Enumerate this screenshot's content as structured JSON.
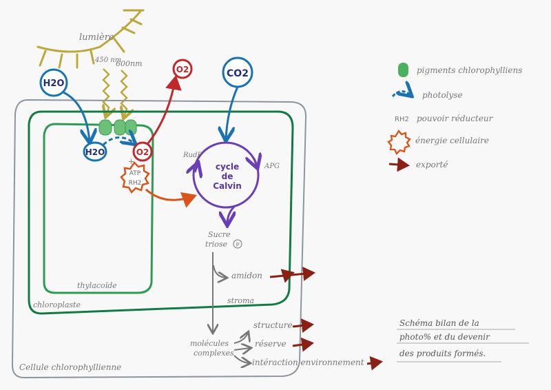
{
  "title_note": {
    "lines": [
      "Schéma bilan de la",
      "photo% et du devenir",
      "des produits formés."
    ]
  },
  "labels": {
    "light": "lumière",
    "wavelength_1": "450 nm",
    "wavelength_2": "600nm",
    "h2o_outer": "H2O",
    "h2o_inner": "H2O",
    "o2_inner": "O2",
    "o2_outer": "O2",
    "co2": "CO2",
    "plus": "+",
    "atp": "ATP",
    "rh2": "RH2",
    "rudp": "RudP",
    "apg": "APG",
    "cycle_line1": "cycle",
    "cycle_line2": "de",
    "cycle_line3": "Calvin",
    "sucre_line1": "Sucre",
    "sucre_line2": "triose",
    "phosphate": "P",
    "amidon": "amidon",
    "stroma": "stroma",
    "thylacoide": "thylacoïde",
    "chloroplaste": "chloroplaste",
    "cellule": "Cellule chlorophyllienne",
    "molecules_line1": "molécules",
    "molecules_line2": "complexes",
    "structure": "structure",
    "reserve": "réserve",
    "interaction": "intéraction environnement"
  },
  "legend": [
    {
      "icon": "pigment-icon",
      "label": "pigments chlorophylliens"
    },
    {
      "icon": "photolysis-arrow-icon",
      "label": "photolyse"
    },
    {
      "icon": "rh2-text",
      "symbol": "RH2",
      "label": "pouvoir réducteur"
    },
    {
      "icon": "energy-star-icon",
      "label": "énergie cellulaire"
    },
    {
      "icon": "export-arrow-icon",
      "label": "exporté"
    }
  ],
  "colors": {
    "water_blue": "#1a73b0",
    "oxygen_red": "#c0282c",
    "pigment_green": "#4bb060",
    "chloroplast_green": "#127a45",
    "thylakoid_green": "#2e9a52",
    "calvin_purple": "#6a3fb5",
    "energy_orange": "#d9531a",
    "export_brown": "#8a1f14",
    "light_yellow": "#bca83a",
    "cell_gray": "#8e949c",
    "pencil": "#7a7a7a"
  }
}
